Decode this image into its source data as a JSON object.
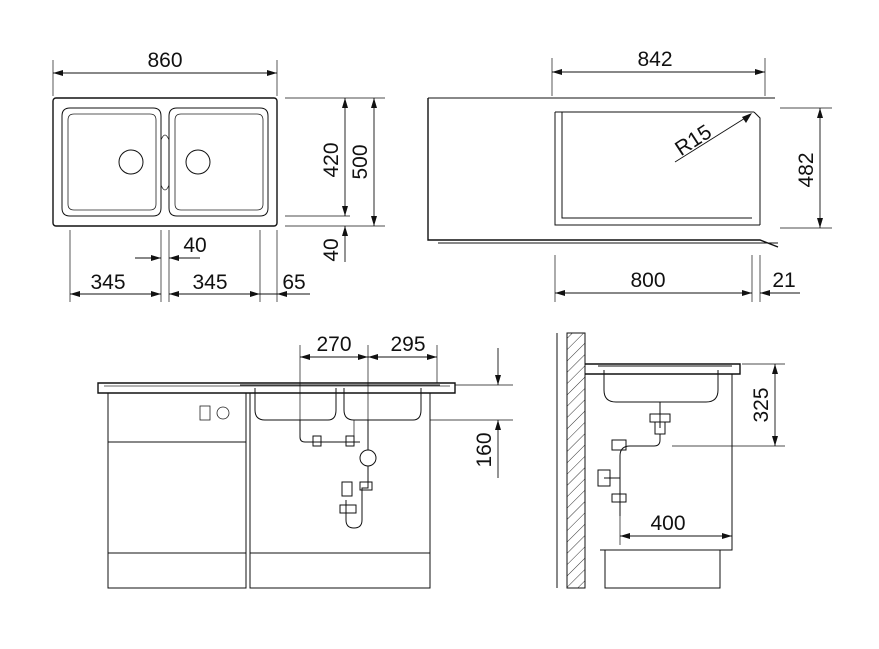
{
  "dimensions": {
    "top_width": "860",
    "inner_height": "420",
    "outer_height": "500",
    "front_margin": "40",
    "bowl_gap": "40",
    "bowl_left": "345",
    "bowl_right": "345",
    "end_margin": "65",
    "side_width": "842",
    "corner_radius": "R15",
    "side_depth": "482",
    "cutout_width": "800",
    "edge_offset": "21",
    "drain_left": "270",
    "drain_right": "295",
    "bowl_depth": "160",
    "cabinet_depth": "400",
    "total_depth": "325"
  },
  "colors": {
    "line": "#111111",
    "background": "#ffffff"
  }
}
